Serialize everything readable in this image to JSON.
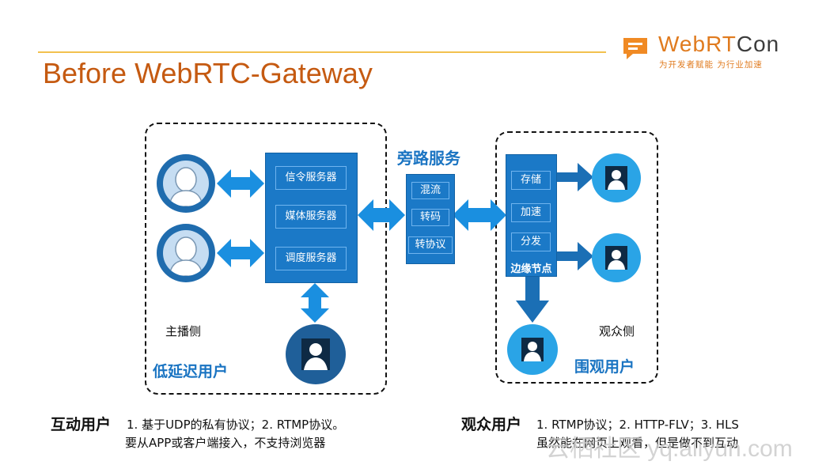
{
  "slide": {
    "title": "Before WebRTC-Gateway",
    "accent": "#c55a11"
  },
  "logo": {
    "name_orange": "WebRT",
    "name_dark": "Con",
    "subtitle": "为开发者赋能 为行业加速"
  },
  "colors": {
    "box_blue": "#1b79c7",
    "arrow_blue": "#1a8fe0",
    "viewer_blue": "#2aa4e6",
    "label_blue": "#1a74c2"
  },
  "broadcaster_group": {
    "servers": [
      "信令服务器",
      "媒体服务器",
      "调度服务器"
    ],
    "side_label": "主播侧",
    "group_label": "低延迟用户"
  },
  "bypass": {
    "label": "旁路服务",
    "items": [
      "混流",
      "转码",
      "转协议"
    ]
  },
  "edge_group": {
    "items": [
      "存储",
      "加速",
      "分发"
    ],
    "node_label": "边缘节点",
    "side_label": "观众侧",
    "group_label": "围观用户"
  },
  "notes": {
    "interactive": {
      "heading": "互动用户",
      "line1": "1. 基于UDP的私有协议；2. RTMP协议。",
      "line2": "要从APP或客户端接入，不支持浏览器"
    },
    "audience": {
      "heading": "观众用户",
      "line1": "1. RTMP协议；2. HTTP-FLV；3. HLS",
      "line2": "虽然能在网页上观看，但是做不到互动"
    }
  },
  "watermark": "云栖社区 yq.aliyun.com"
}
